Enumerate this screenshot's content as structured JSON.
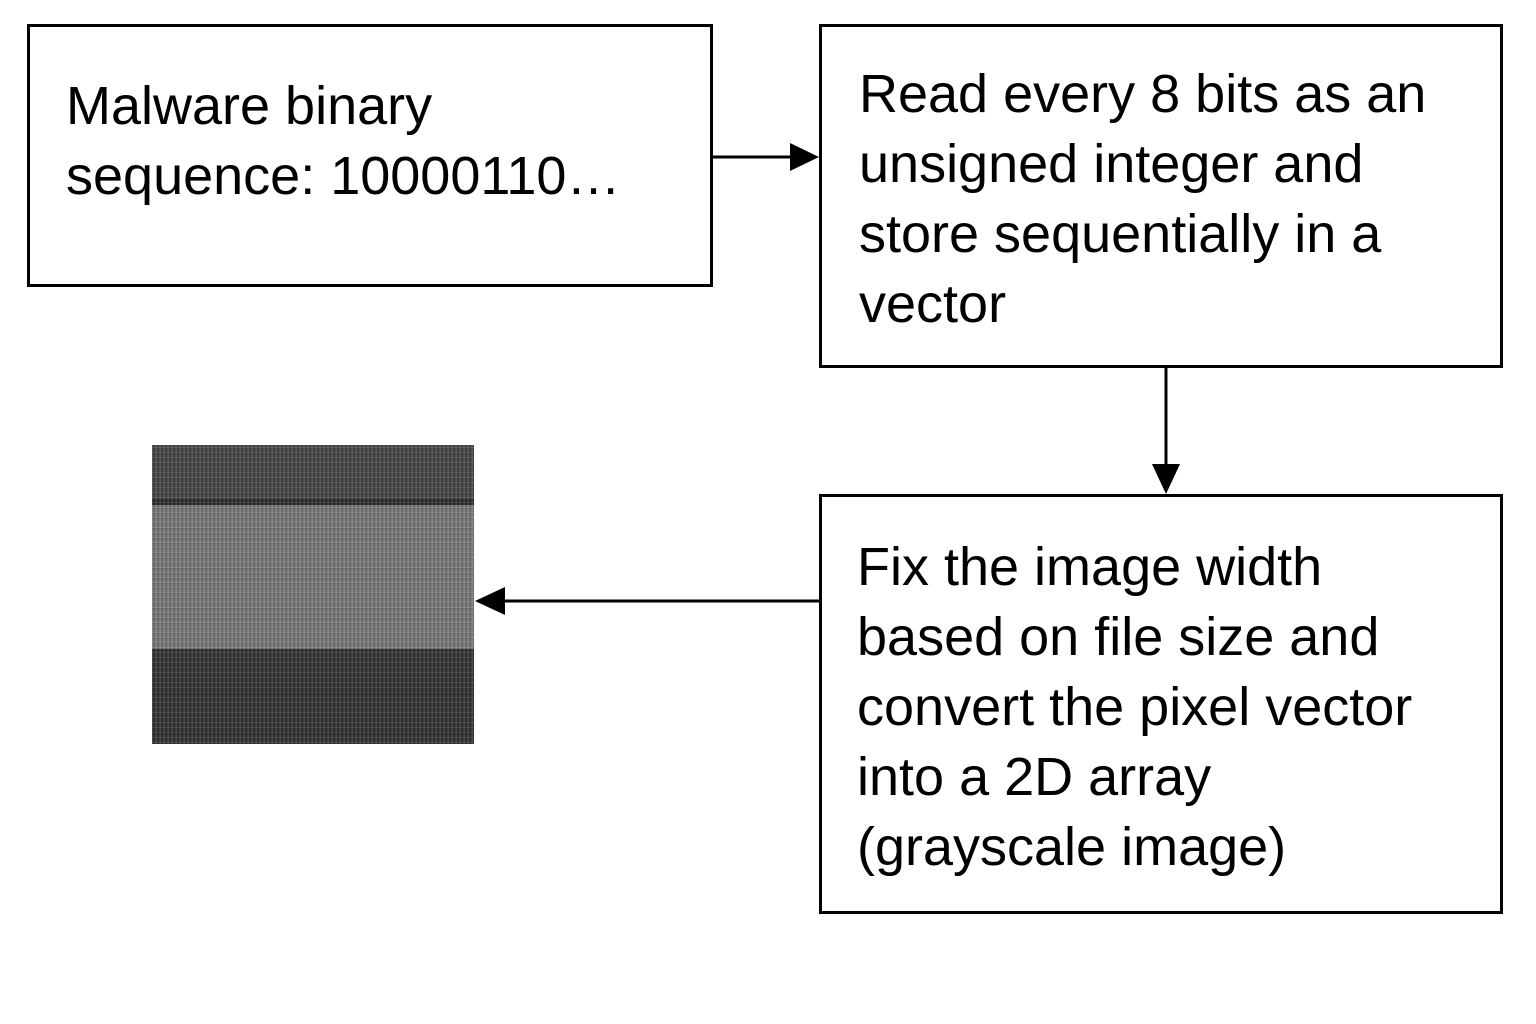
{
  "diagram": {
    "boxes": {
      "binary": {
        "lines": [
          "Malware binary",
          "sequence: 10000110…"
        ]
      },
      "read": {
        "lines": [
          "Read every 8 bits as an",
          "unsigned integer and",
          "store sequentially in a",
          "vector"
        ]
      },
      "fix": {
        "lines": [
          "Fix the image width",
          "based on file size  and",
          "convert the pixel vector",
          "into a 2D array",
          "(grayscale image)"
        ]
      }
    },
    "image": {
      "bands": [
        {
          "shade": "#4a4a4a",
          "fraction": 0.18
        },
        {
          "shade": "#2e2e2e",
          "fraction": 0.02
        },
        {
          "shade": "#7c7c7c",
          "fraction": 0.48
        },
        {
          "shade": "#363636",
          "fraction": 0.32
        }
      ]
    },
    "colors": {
      "stroke": "#000000",
      "background": "#ffffff"
    }
  }
}
